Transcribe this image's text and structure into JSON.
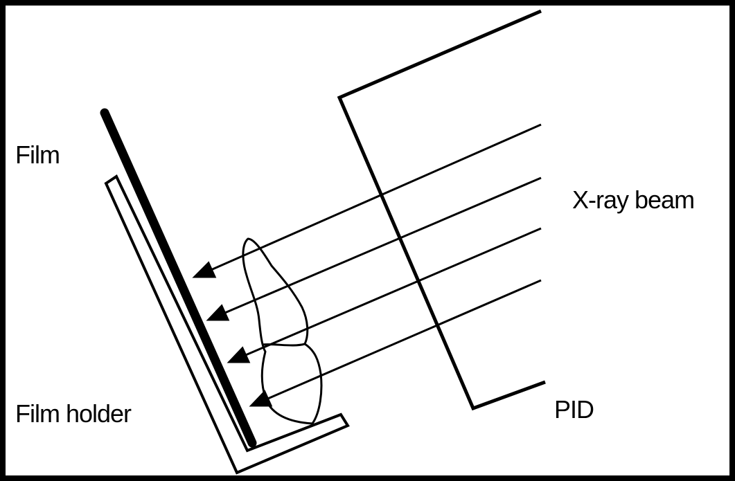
{
  "labels": {
    "film": "Film",
    "film_holder": "Film holder",
    "xray_beam": "X-ray beam",
    "pid": "PID"
  },
  "colors": {
    "background": "#000000",
    "canvas": "#ffffff",
    "ink": "#000000"
  }
}
